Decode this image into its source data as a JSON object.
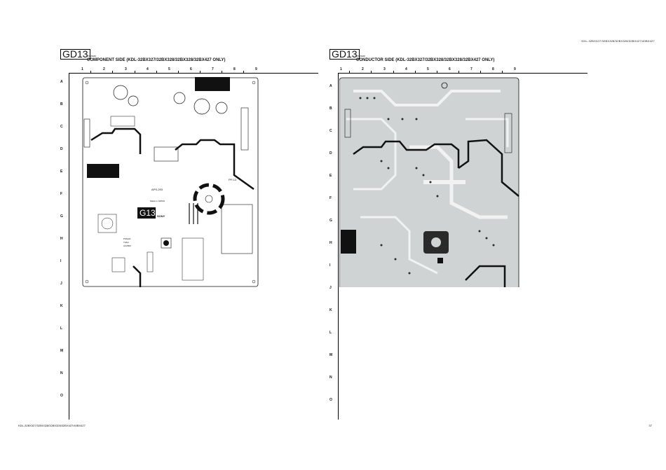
{
  "header_right": "KDL-32BX327/32BX328/32BX328/32BX427/40BX427",
  "footer_left": "KDL-32BX327/32BX328/32BX328/32BX427/40BX427",
  "footer_right": "37",
  "columns": [
    "1",
    "2",
    "3",
    "4",
    "5",
    "6",
    "7",
    "8",
    "9"
  ],
  "rows": [
    "A",
    "B",
    "C",
    "D",
    "E",
    "F",
    "G",
    "H",
    "I",
    "J",
    "K",
    "L",
    "M",
    "N",
    "O"
  ],
  "left_panel": {
    "tag": "GD13",
    "sub": "[POWER]",
    "title": "COMPONENT SIDE (KDL-32BX327/32BX328/32BX328/32BX427 ONLY)",
    "board_labels": {
      "label_g13": "G13",
      "label_sony": "SONY",
      "label_apsp": "APS-293",
      "label_japan": "Made in JAPAN",
      "label_pf": "PF LD",
      "label_ps6101": "PS6101",
      "label_t4a": "T4AH",
      "label_ac250": "AC250V"
    }
  },
  "right_panel": {
    "tag": "GD13",
    "sub": "[POWER]",
    "title": "CONDUCTOR SIDE (KDL-32BX327/32BX328/32BX328/32BX427 ONLY)"
  },
  "colors": {
    "ink": "#111111",
    "board_fill_right": "#cfd3d3",
    "board_trace": "#f2f2f2",
    "board_dark": "#2a2a2a"
  }
}
